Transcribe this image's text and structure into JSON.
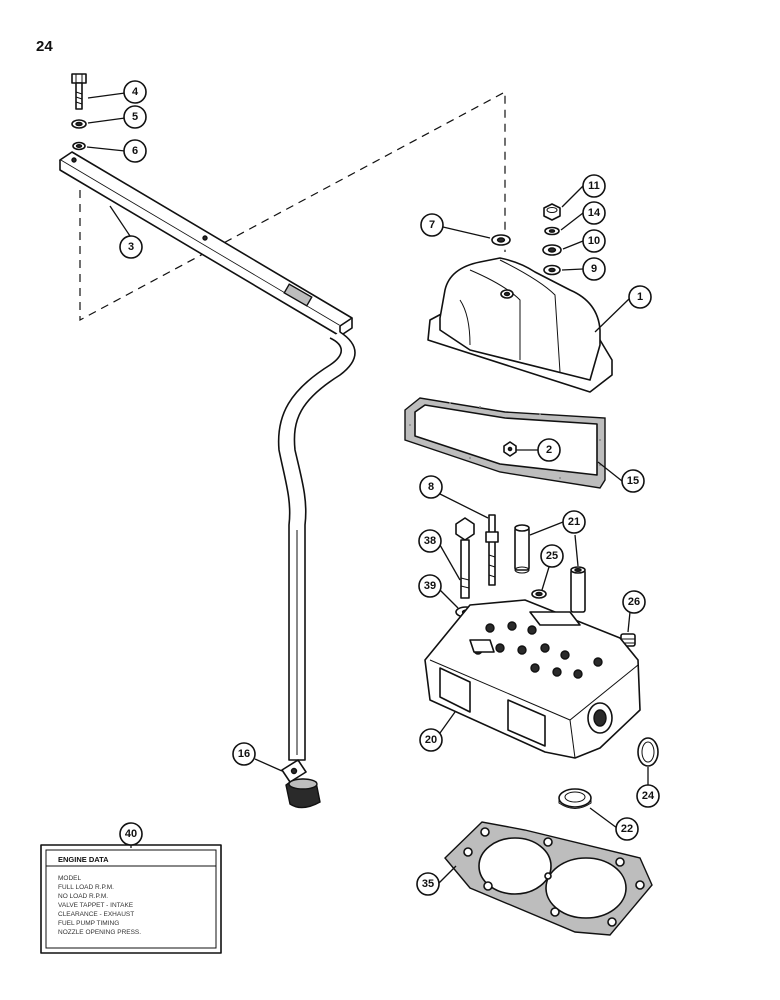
{
  "page": {
    "number": "24"
  },
  "callouts": [
    {
      "id": "4",
      "label": "4"
    },
    {
      "id": "5",
      "label": "5"
    },
    {
      "id": "6",
      "label": "6"
    },
    {
      "id": "3",
      "label": "3"
    },
    {
      "id": "7",
      "label": "7"
    },
    {
      "id": "11",
      "label": "11"
    },
    {
      "id": "14",
      "label": "14"
    },
    {
      "id": "10",
      "label": "10"
    },
    {
      "id": "9",
      "label": "9"
    },
    {
      "id": "1",
      "label": "1"
    },
    {
      "id": "2",
      "label": "2"
    },
    {
      "id": "15",
      "label": "15"
    },
    {
      "id": "8",
      "label": "8"
    },
    {
      "id": "21",
      "label": "21"
    },
    {
      "id": "38",
      "label": "38"
    },
    {
      "id": "25",
      "label": "25"
    },
    {
      "id": "39",
      "label": "39"
    },
    {
      "id": "26",
      "label": "26"
    },
    {
      "id": "20",
      "label": "20"
    },
    {
      "id": "16",
      "label": "16"
    },
    {
      "id": "24",
      "label": "24"
    },
    {
      "id": "40",
      "label": "40"
    },
    {
      "id": "22",
      "label": "22"
    },
    {
      "id": "35",
      "label": "35"
    }
  ],
  "decal": {
    "title": "ENGINE DATA",
    "lines": [
      "MODEL",
      "FULL LOAD R.P.M.",
      "NO LOAD R.P.M.",
      "VALVE TAPPET - INTAKE",
      "CLEARANCE - EXHAUST",
      "FUEL PUMP TIMING",
      "NOZZLE OPENING PRESS."
    ]
  }
}
